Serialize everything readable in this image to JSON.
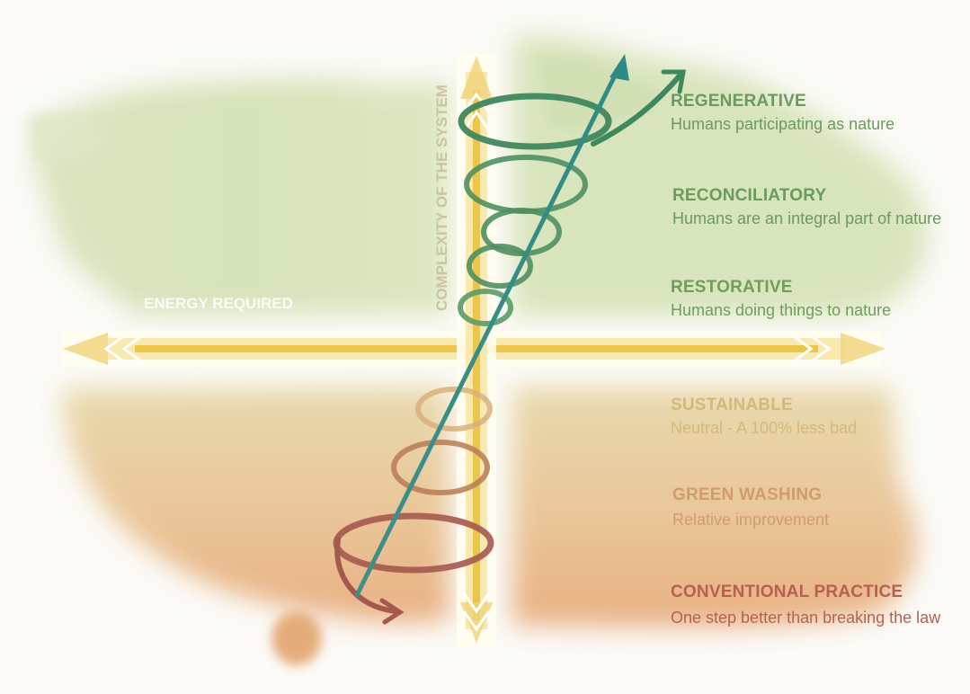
{
  "axes": {
    "horizontal_label": "ENERGY REQUIRED",
    "vertical_label": "COMPLEXITY OF THE SYSTEM"
  },
  "stages": [
    {
      "title": "REGENERATIVE",
      "description": "Humans participating as nature",
      "color": "#6a9a5f"
    },
    {
      "title": "RECONCILIATORY",
      "description": "Humans are an integral part of nature",
      "color": "#6a9a5f"
    },
    {
      "title": "RESTORATIVE",
      "description": "Humans doing things to nature",
      "color": "#6f9e5c"
    },
    {
      "title": "SUSTAINABLE",
      "description": "Neutral - A 100% less bad",
      "color": "#d4b87a"
    },
    {
      "title": "GREEN WASHING",
      "description": "Relative improvement",
      "color": "#d39a6d"
    },
    {
      "title": "CONVENTIONAL PRACTICE",
      "description": "One step better than breaking the law",
      "color": "#b76050"
    }
  ]
}
